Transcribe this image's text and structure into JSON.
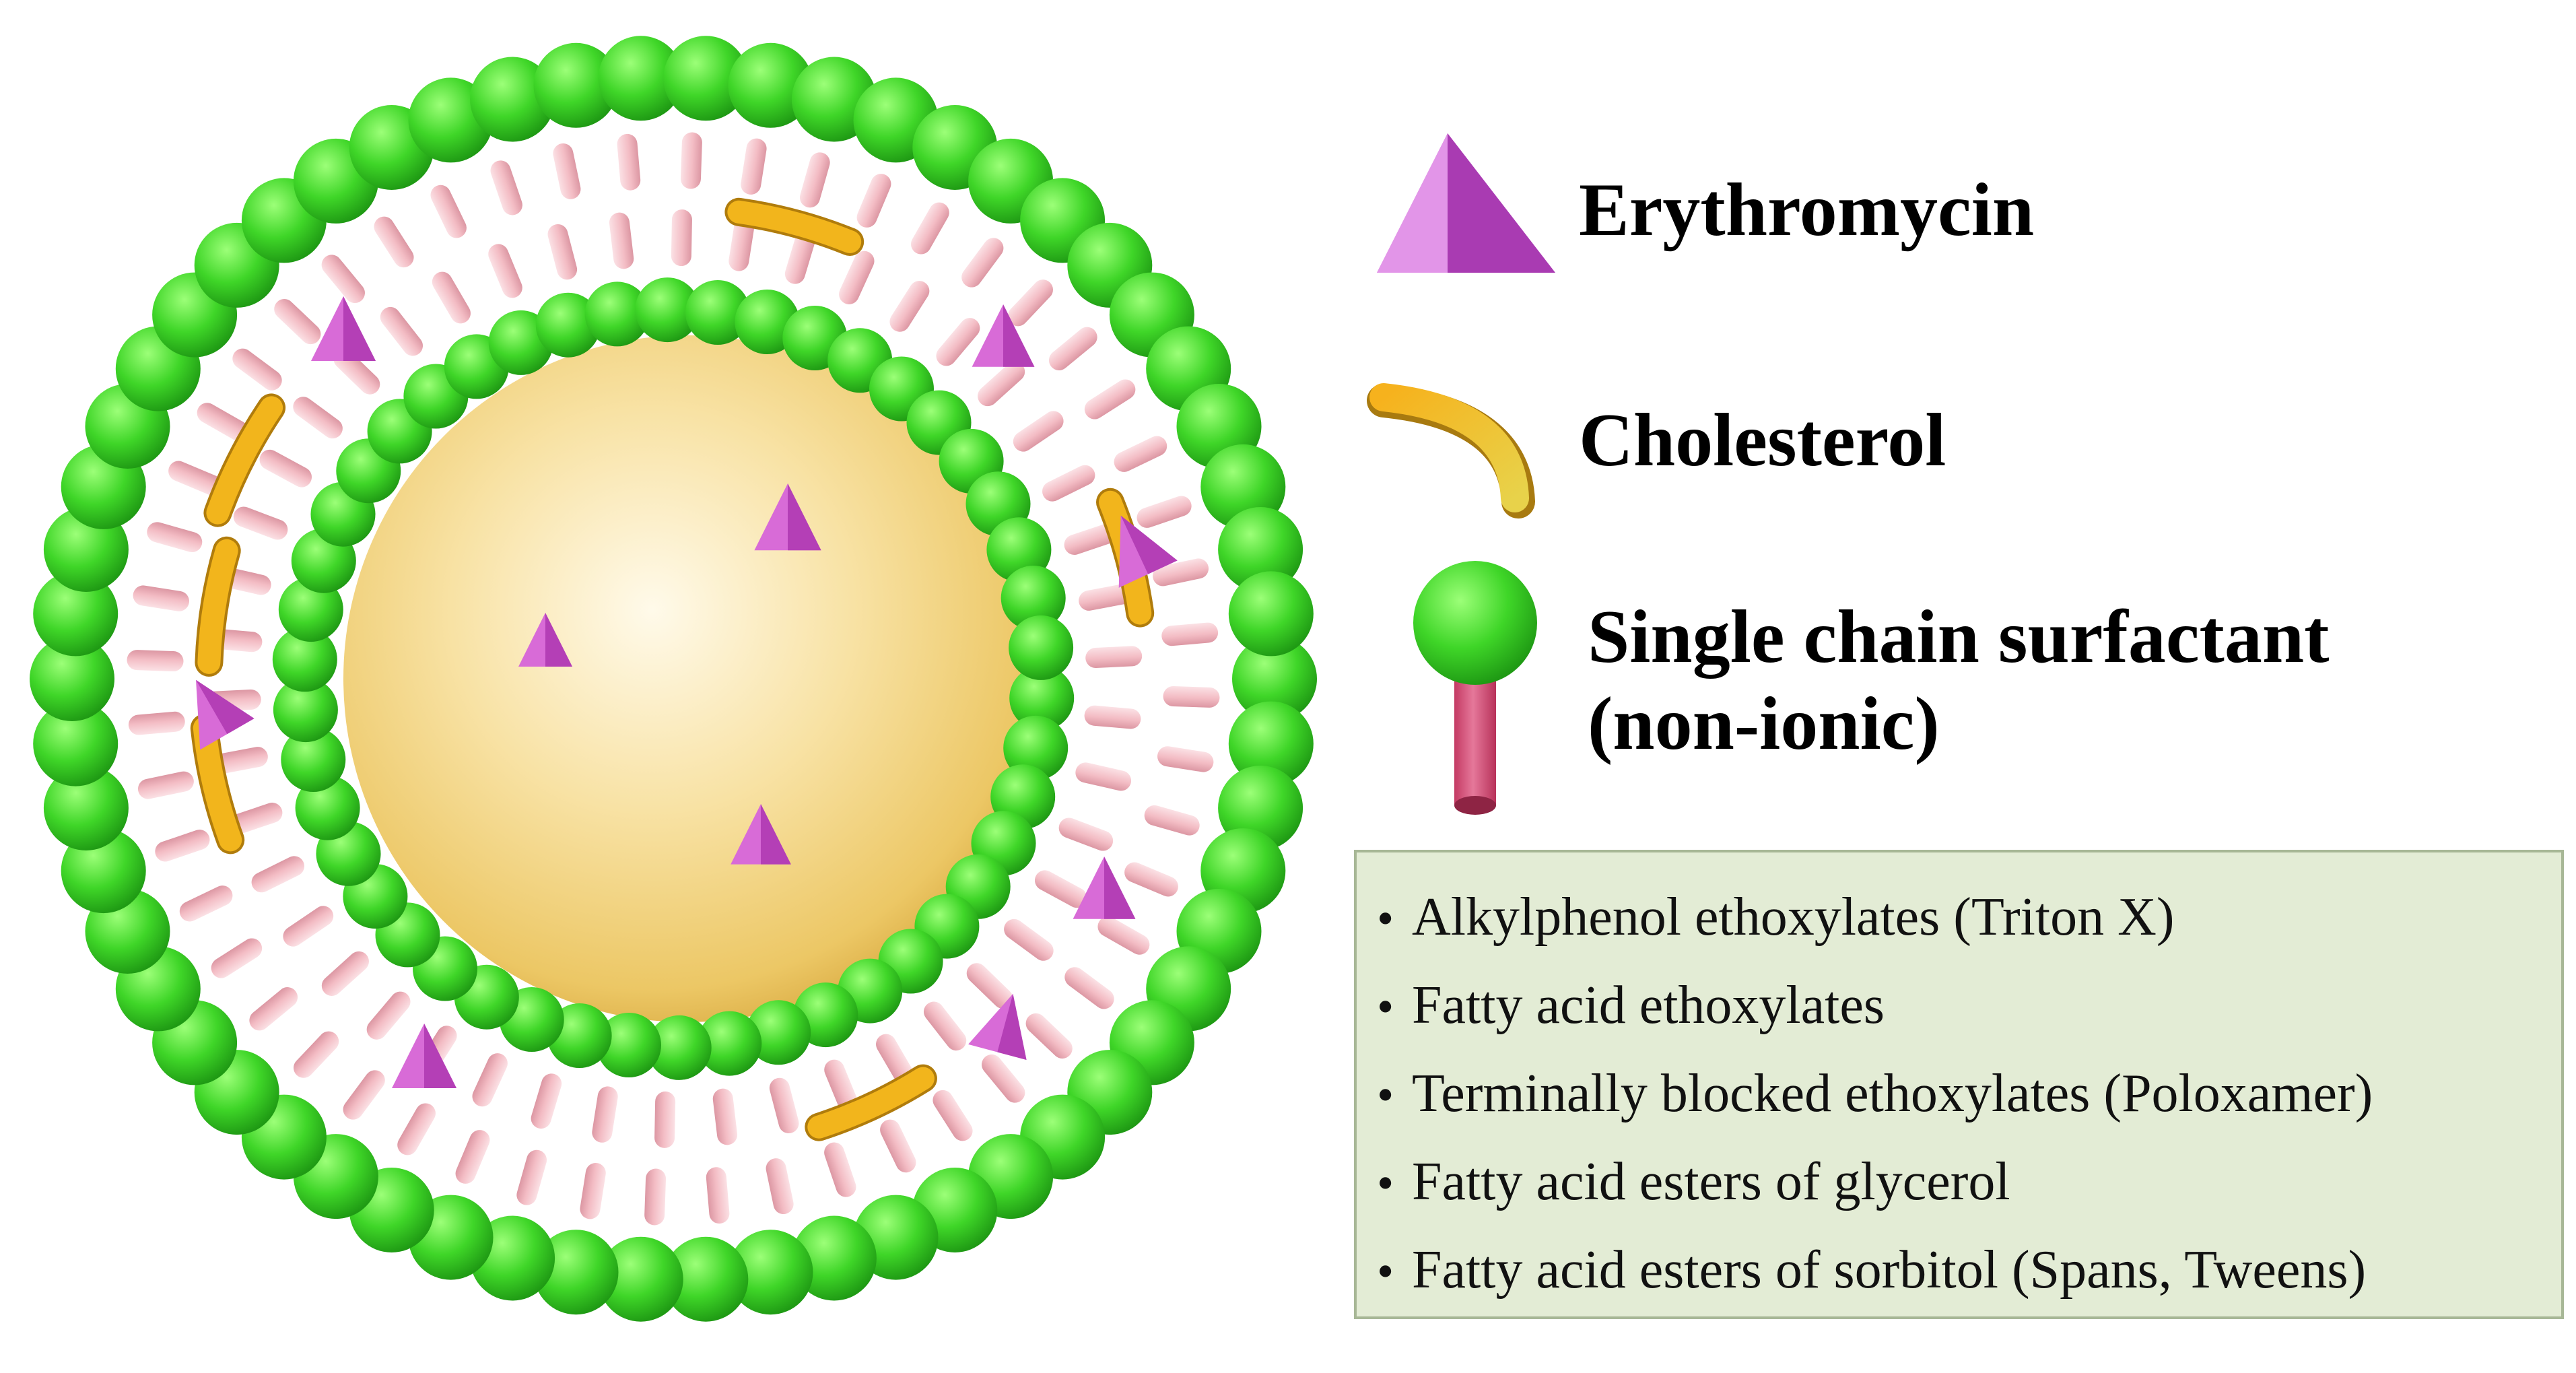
{
  "legend": {
    "erythromycin": "Erythromycin",
    "cholesterol": "Cholesterol",
    "surfactant_line1": "Single chain surfactant",
    "surfactant_line2": "(non-ionic)"
  },
  "surfactant_types": [
    "Alkylphenol ethoxylates (Triton X)",
    "Fatty acid ethoxylates",
    "Terminally blocked ethoxylates (Poloxamer)",
    "Fatty acid esters of glycerol",
    "Fatty acid esters of sorbitol (Spans, Tweens)"
  ],
  "colors": {
    "head": "#3fd628",
    "tail": "#f3c1c8",
    "cholesterol": "#f2b51c",
    "drug": "#d656cf",
    "core": "#f6dc92",
    "box_fill": "#e3ecd5",
    "box_border": "#a7b796"
  }
}
